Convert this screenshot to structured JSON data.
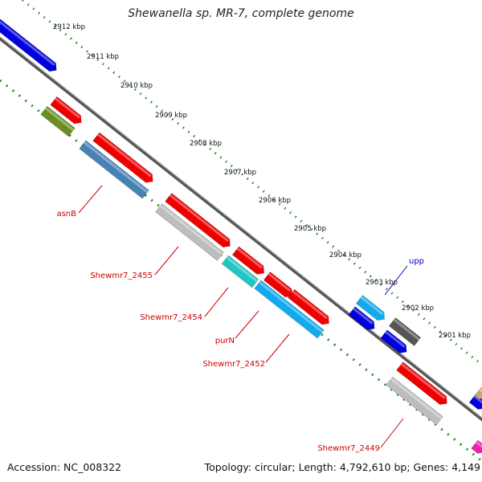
{
  "title": "Shewanella sp. MR-7, complete genome",
  "footer": {
    "accession": "Accession: NC_008322",
    "topology": "Topology: circular; Length: 4,792,610 bp; Genes: 4,149"
  },
  "ticks": [
    "2912 kbp",
    "2911 kbp",
    "2910 kbp",
    "2909 kbp",
    "2908 kbp",
    "2907 kbp",
    "2906 kbp",
    "2905 kbp",
    "2904 kbp",
    "2903 kbp",
    "2902 kbp",
    "2901 kbp"
  ],
  "gene_labels": [
    {
      "text": "asnB",
      "color": "#cc0000"
    },
    {
      "text": "Shewmr7_2455",
      "color": "#cc0000"
    },
    {
      "text": "Shewmr7_2454",
      "color": "#cc0000"
    },
    {
      "text": "purN",
      "color": "#cc0000"
    },
    {
      "text": "Shewmr7_2452",
      "color": "#cc0000"
    },
    {
      "text": "Shewmr7_2449",
      "color": "#cc0000"
    },
    {
      "text": "upp",
      "color": "#0000cc"
    }
  ],
  "colors": {
    "backbone": "#808080",
    "tick_dots": "#2a7f2a",
    "cds": "#ee0000",
    "blue": "#0000dd",
    "olive": "#6b8e23",
    "steelblue": "#4682b4",
    "silver": "#bdbdbd",
    "turquoise": "#22c5c5",
    "sky": "#11aaee",
    "darkgray": "#555555",
    "pink": "#ee22aa",
    "tan": "#c8a870"
  }
}
